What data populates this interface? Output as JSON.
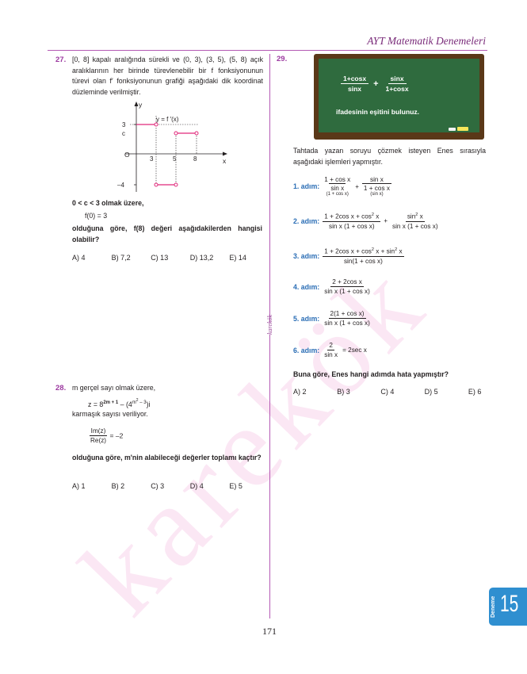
{
  "header": {
    "title": "AYT Matematik Denemeleri"
  },
  "side_tag": "karekök",
  "watermark": "karekök",
  "page_number": "171",
  "deneme_tab": {
    "label": "Deneme",
    "number": "15"
  },
  "q27": {
    "number": "27.",
    "intro": "[0, 8] kapalı aralığında sürekli ve (0, 3), (3, 5), (5, 8) açık aralıklarının her birinde türevlenebilir bir f fonksiyonunun türevi olan f′ fonksiyonunun grafiği aşağıdaki dik koordinat düzleminde verilmiştir.",
    "graph": {
      "func_label": "y = f ′(x)",
      "x_label": "x",
      "y_label": "y",
      "origin": "O",
      "x_ticks": [
        "3",
        "5",
        "8"
      ],
      "y_ticks": [
        "3",
        "c",
        "–4"
      ]
    },
    "condition": "0 < c < 3 olmak üzere,",
    "given": "f(0) = 3",
    "question": "olduğuna göre, f(8) değeri aşağıdakilerden hangisi olabilir?",
    "choices": [
      "A) 4",
      "B) 7,2",
      "C) 13",
      "D) 13,2",
      "E) 14"
    ]
  },
  "q28": {
    "number": "28.",
    "intro": "m gerçel sayı olmak üzere,",
    "z_lhs": "z = 8",
    "z_exp1": "2m + 1",
    "z_mid": " – (4",
    "z_exp2": "m",
    "z_exp2b": "2",
    "z_exp2c": " – 3",
    "z_tail": ")i",
    "sub_text": "karmaşık sayısı veriliyor.",
    "ratio_num": "Im(z)",
    "ratio_den": "Re(z)",
    "ratio_rhs": "= –2",
    "question": "olduğuna göre, m'nin alabileceği değerler toplamı kaçtır?",
    "choices": [
      "A) 1",
      "B) 2",
      "C) 3",
      "D) 4",
      "E) 5"
    ]
  },
  "q29": {
    "number": "29.",
    "board": {
      "frac1_num": "1+cosx",
      "frac1_den": "sinx",
      "plus": "+",
      "frac2_num": "sinx",
      "frac2_den": "1+cosx",
      "caption": "ifadesinin eşitini bulunuz."
    },
    "intro": "Tahtada yazan soruyu çözmek isteyen Enes sırasıyla aşağıdaki işlemleri yapmıştır.",
    "steps": [
      {
        "label": "1. adım:"
      },
      {
        "label": "2. adım:"
      },
      {
        "label": "3. adım:"
      },
      {
        "label": "4. adım:"
      },
      {
        "label": "5. adım:"
      },
      {
        "label": "6. adım:"
      }
    ],
    "math": {
      "s1_n1": "1 + cos x",
      "s1_d1": "sin x",
      "s1_m1": "(1 + cos x)",
      "s1_n2": "sin x",
      "s1_d2": "1 + cos x",
      "s1_m2": "(sin x)",
      "s2_n1": "1 + 2cos x + cos",
      "s2_n1_tail": " x",
      "s2_d1": "sin x (1 + cos x)",
      "s2_n2": "sin",
      "s2_n2_tail": " x",
      "s2_d2": "sin x (1 + cos x)",
      "s3_n": "1 + 2cos x + cos",
      "s3_n_mid": " x + sin",
      "s3_n_tail": " x",
      "s3_d": "sin(1 + cos x)",
      "s4_n": "2 + 2cos x",
      "s4_d": "sin x (1 + cos x)",
      "s5_n": "2(1 + cos x)",
      "s5_d": "sin x (1 + cos x)",
      "s6_n": "2",
      "s6_d": "sin x",
      "s6_rhs": "= 2sec x",
      "sq": "2",
      "plus": "+"
    },
    "question": "Buna göre, Enes hangi adımda hata yapmıştır?",
    "choices": [
      "A) 2",
      "B) 3",
      "C) 4",
      "D) 5",
      "E) 6"
    ]
  },
  "colors": {
    "accent": "#9c3aa0",
    "step_blue": "#2a6db5",
    "board_green": "#2f6b3e",
    "board_frame": "#5a3818",
    "graph_pink": "#e0287a",
    "tab_blue": "#2f8fd0"
  }
}
